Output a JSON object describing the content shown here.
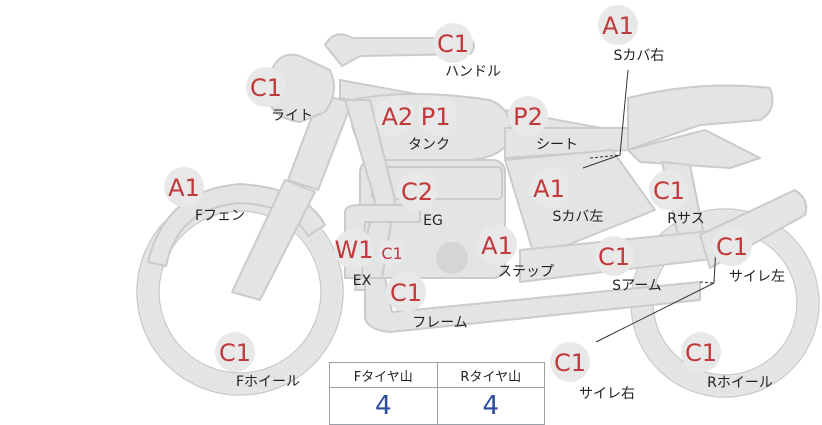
{
  "colors": {
    "body_fill": "#e3e5e4",
    "body_stroke": "#c9cccb",
    "badge_circle": "#e8e8e8",
    "grade_code": "#c0393b",
    "tread_value": "#2d4a9e",
    "leader_line": "#333333",
    "table_border": "#9aa0a8"
  },
  "parts": [
    {
      "id": "handle",
      "code": "C1",
      "label": "ハンドル"
    },
    {
      "id": "light",
      "code": "C1",
      "label": "ライト"
    },
    {
      "id": "tank",
      "code": "A2 P1",
      "label": "タンク"
    },
    {
      "id": "seat",
      "code": "P2",
      "label": "シート"
    },
    {
      "id": "side-cover-right",
      "code": "A1",
      "label": "Sカバ右"
    },
    {
      "id": "side-cover-left",
      "code": "A1",
      "label": "Sカバ左"
    },
    {
      "id": "engine",
      "code": "C2",
      "label": "EG"
    },
    {
      "id": "front-fender",
      "code": "A1",
      "label": "Fフェン"
    },
    {
      "id": "rear-suspension",
      "code": "C1",
      "label": "Rサス"
    },
    {
      "id": "exhaust",
      "code": "W1",
      "code2": "C1",
      "label": "EX"
    },
    {
      "id": "step",
      "code": "A1",
      "label": "ステップ"
    },
    {
      "id": "swing-arm",
      "code": "C1",
      "label": "Sアーム"
    },
    {
      "id": "muffler-left",
      "code": "C1",
      "label": "サイレ左"
    },
    {
      "id": "frame",
      "code": "C1",
      "label": "フレーム"
    },
    {
      "id": "front-wheel",
      "code": "C1",
      "label": "Fホイール"
    },
    {
      "id": "muffler-right",
      "code": "C1",
      "label": "サイレ右"
    },
    {
      "id": "rear-wheel",
      "code": "C1",
      "label": "Rホイール"
    }
  ],
  "tread_table": {
    "headers": [
      "Fタイヤ山",
      "Rタイヤ山"
    ],
    "values": [
      "4",
      "4"
    ]
  }
}
